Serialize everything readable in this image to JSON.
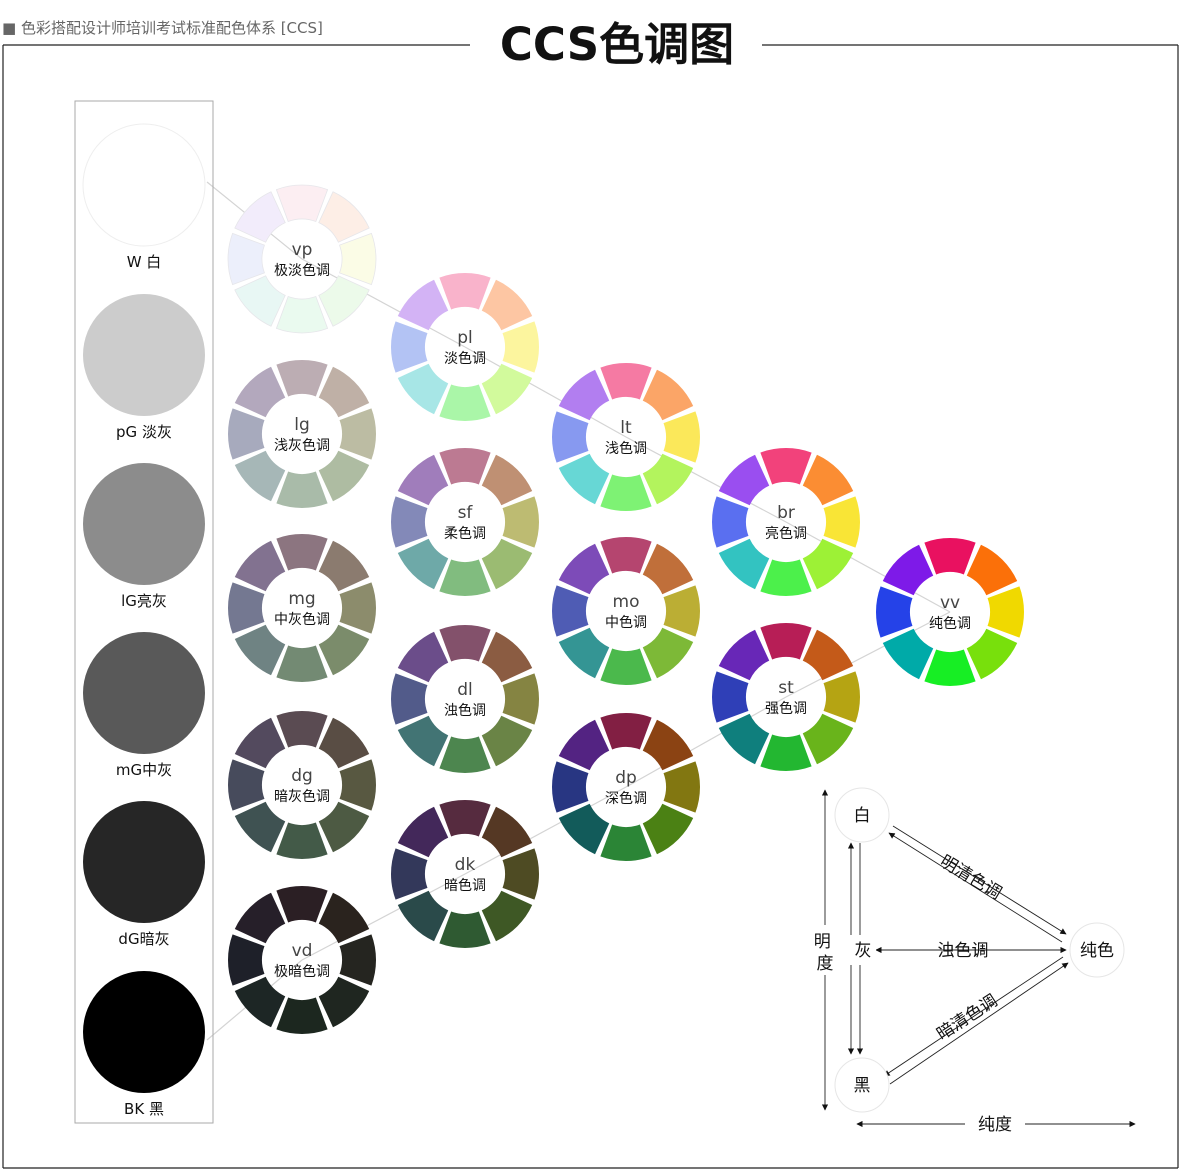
{
  "header": {
    "caption": "■ 色彩搭配设计师培训考试标准配色体系 [CCS]",
    "title": "CCS色调图"
  },
  "neutrals": [
    {
      "label": "W 白",
      "color": "#ffffff"
    },
    {
      "label": "pG 淡灰",
      "color": "#cccccc"
    },
    {
      "label": "lG亮灰",
      "color": "#8c8c8c"
    },
    {
      "label": "mG中灰",
      "color": "#595959"
    },
    {
      "label": "dG暗灰",
      "color": "#262626"
    },
    {
      "label": "BK 黑",
      "color": "#000000"
    }
  ],
  "tones": [
    {
      "code": "vp",
      "name": "极淡色调",
      "colors": [
        "#fceef2",
        "#fdeee6",
        "#fbfce6",
        "#ecfaea",
        "#eafaef",
        "#e8f7f4",
        "#eceffb",
        "#f2ecfb"
      ]
    },
    {
      "code": "pl",
      "name": "淡色调",
      "colors": [
        "#f9b3cb",
        "#fdc6a3",
        "#fcf59e",
        "#d2fa9c",
        "#aaf6a8",
        "#a7e6e6",
        "#b3c3f4",
        "#d3b3f5"
      ]
    },
    {
      "code": "lt",
      "name": "浅色调",
      "colors": [
        "#f57aa3",
        "#fba567",
        "#fbe85a",
        "#b3f45d",
        "#7ef274",
        "#67d7d5",
        "#8799f0",
        "#b27ef0"
      ]
    },
    {
      "code": "br",
      "name": "亮色调",
      "colors": [
        "#f2427b",
        "#fb8d33",
        "#f9e536",
        "#9df136",
        "#4cf04b",
        "#33c3c1",
        "#5a6ff0",
        "#9a4ef0"
      ]
    },
    {
      "code": "vv",
      "name": "纯色调",
      "colors": [
        "#e91160",
        "#fb7009",
        "#f0d900",
        "#78e00c",
        "#17ee24",
        "#00aaa8",
        "#2542e8",
        "#7e1ae8"
      ]
    },
    {
      "code": "lg",
      "name": "浅灰色调",
      "colors": [
        "#bcadb3",
        "#bfb0a6",
        "#bcbca3",
        "#aebca2",
        "#a9bba9",
        "#a6b7b7",
        "#a7aabd",
        "#b3a8bd"
      ]
    },
    {
      "code": "sf",
      "name": "柔色调",
      "colors": [
        "#bc7a92",
        "#bf9073",
        "#bdbb72",
        "#9bbb72",
        "#81bc7f",
        "#6ea9a8",
        "#8389b8",
        "#a07dbb"
      ]
    },
    {
      "code": "st",
      "name": "强色调",
      "colors": [
        "#b71e56",
        "#c45a19",
        "#b5a413",
        "#69b41b",
        "#23b731",
        "#0f7f7d",
        "#2f3fb7",
        "#6827b7"
      ]
    },
    {
      "code": "mg",
      "name": "中灰色调",
      "colors": [
        "#8c7580",
        "#8b7b6f",
        "#8c8c6c",
        "#7b8c6b",
        "#738a73",
        "#6f8383",
        "#747891",
        "#827290"
      ]
    },
    {
      "code": "mo",
      "name": "中色调",
      "colors": [
        "#b5456f",
        "#c06f3a",
        "#bbae34",
        "#7db937",
        "#4bb94c",
        "#349594",
        "#4f5cb4",
        "#7d4bb8"
      ]
    },
    {
      "code": "dp",
      "name": "深色调",
      "colors": [
        "#821f43",
        "#8b4313",
        "#827711",
        "#4b8114",
        "#2b8536",
        "#125b5a",
        "#283682",
        "#532382"
      ]
    },
    {
      "code": "dg",
      "name": "暗灰色调",
      "colors": [
        "#5a4b52",
        "#594d44",
        "#585841",
        "#4d5a43",
        "#435a48",
        "#3f5252",
        "#474b5c",
        "#534a5e"
      ]
    },
    {
      "code": "dl",
      "name": "浊色调",
      "colors": [
        "#83516b",
        "#8b5c42",
        "#858442",
        "#6a8446",
        "#4d864f",
        "#427474",
        "#525b8a",
        "#6b4d8a"
      ]
    },
    {
      "code": "dk",
      "name": "暗色调",
      "colors": [
        "#562b3f",
        "#553824",
        "#4e4b23",
        "#3e5825",
        "#2f5a32",
        "#2a4a4a",
        "#33385a",
        "#43285a"
      ]
    },
    {
      "code": "vd",
      "name": "极暗色调",
      "colors": [
        "#2b1f24",
        "#2a231e",
        "#252520",
        "#1f2620",
        "#1c271f",
        "#1d2625",
        "#1e2029",
        "#261f29"
      ]
    }
  ],
  "legend": {
    "nodes": {
      "white": "白",
      "gray": "灰",
      "black": "黑",
      "pure": "纯色"
    },
    "edges": {
      "bright_clear": "明清色调",
      "dull": "浊色调",
      "dark_clear": "暗清色调"
    },
    "axes": {
      "lightness": "明度",
      "chroma": "纯度"
    }
  }
}
